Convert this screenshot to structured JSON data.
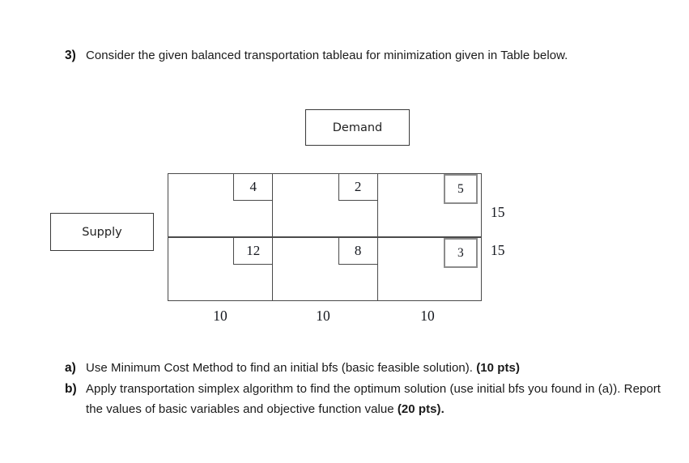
{
  "question": {
    "number": "3)",
    "text": "Consider the given balanced transportation tableau for minimization given in Table below."
  },
  "labels": {
    "demand": "Demand",
    "supply": "Supply"
  },
  "tableau": {
    "rows": [
      {
        "costs": [
          "4",
          "2",
          "5"
        ],
        "supply": "15"
      },
      {
        "costs": [
          "12",
          "8",
          "3"
        ],
        "supply": "15"
      }
    ],
    "demands": [
      "10",
      "10",
      "10"
    ]
  },
  "subquestions": [
    {
      "letter": "a)",
      "text": "Use Minimum Cost Method to find an initial bfs (basic feasible solution). ",
      "points": "(10 pts)",
      "tail": ""
    },
    {
      "letter": "b)",
      "text": "Apply transportation simplex algorithm to find the optimum solution (use initial bfs you found in (a)). Report the values of basic variables and objective function value ",
      "points": "(20 pts).",
      "tail": ""
    }
  ],
  "colors": {
    "border": "#4a4a4a",
    "floating_border": "#8c8c8c",
    "text": "#1a1a1a"
  }
}
